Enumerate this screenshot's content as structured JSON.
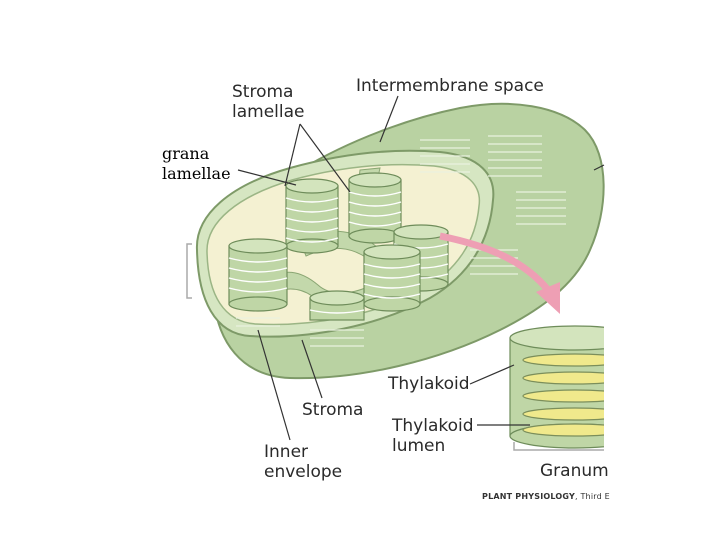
{
  "labels": {
    "stroma_lamellae_1": "Stroma",
    "stroma_lamellae_2": "lamellae",
    "intermembrane_space": "Intermembrane space",
    "grana_lamellae_1": "grana",
    "grana_lamellae_2": "lamellae",
    "thylakoid": "Thylakoid",
    "stroma": "Stroma",
    "thylakoid_lumen_1": "Thylakoid",
    "thylakoid_lumen_2": "lumen",
    "inner_envelope_1": "Inner",
    "inner_envelope_2": "envelope",
    "granum": "Granum"
  },
  "credit": {
    "bold": "PLANT PHYSIOLOGY",
    "rest": ", Third E"
  },
  "colors": {
    "outer_membrane": "#b9d2a2",
    "inner_membrane": "#d6e6c2",
    "stroma_fill": "#f4f1d2",
    "grana_green": "#bfd6a6",
    "arrow_pink": "#ee9fb4",
    "lumen_yellow": "#f0e98c"
  }
}
